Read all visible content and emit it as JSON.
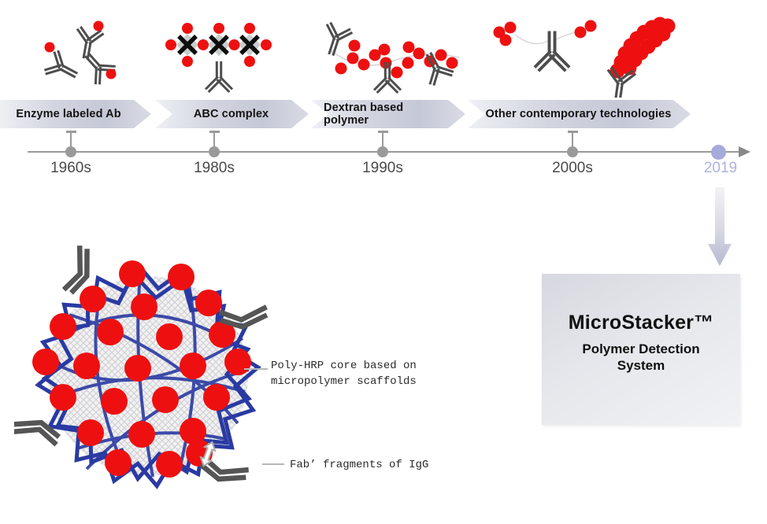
{
  "timeline": {
    "eras": [
      {
        "label": "Enzyme labeled Ab",
        "year": "1960s",
        "icon": "enzyme-labeled-antibodies-icon"
      },
      {
        "label": "ABC complex",
        "year": "1980s",
        "icon": "abc-complex-icon"
      },
      {
        "label": "Dextran based polymer",
        "year": "1990s",
        "icon": "dextran-polymer-icon"
      },
      {
        "label": "Other contemporary technologies",
        "year": "2000s",
        "icon": "contemporary-technologies-icon"
      }
    ],
    "end_marker": {
      "year": "2019"
    }
  },
  "polymer_diagram": {
    "core_label_line1": "Poly-HRP core based on",
    "core_label_line2": "micropolymer scaffolds",
    "fab_label": "Fab’ fragments of IgG"
  },
  "product": {
    "name": "MicroStacker™",
    "subtitle_line1": "Polymer Detection",
    "subtitle_line2": "System"
  },
  "colors": {
    "accent_red": "#ee1010",
    "mesh_blue": "#2a3aa2",
    "antibody_gray": "#4d4d4d",
    "timeline_gray": "#9a9a9a",
    "highlight_periwinkle": "#a6aada"
  },
  "icons": {
    "antibody": "Y-shaped IgG glyph",
    "hrp_enzyme": "red circle",
    "avidin_biotin": "black X on gray diamond",
    "fab_fragment": "bent double bar",
    "resize_arrow": "outlined double-headed arrow",
    "timeline_arrowhead": "right-pointing triangle",
    "down_arrow": "downward gradient arrow"
  }
}
